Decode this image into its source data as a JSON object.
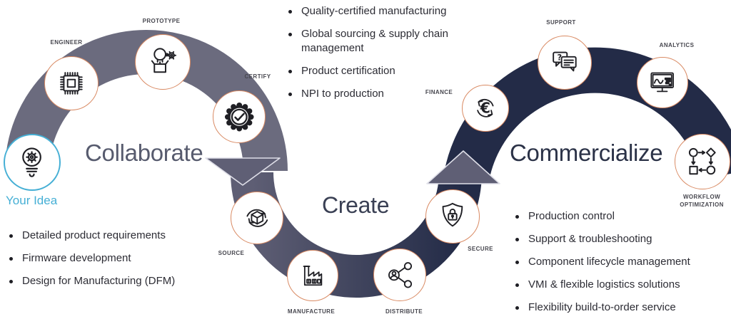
{
  "colors": {
    "band-gray": "#6B6B7E",
    "band-gray-dark": "#5E5E74",
    "band-navy": "#232B47",
    "arrow-gray": "#5F5F75",
    "accent-orange": "#D98A63",
    "accent-blue": "#45AFD5",
    "title-collaborate": "#575B6E",
    "title-create": "#3A4054",
    "title-commercialize": "#2B3247",
    "text-dark": "#2C2C34",
    "label-gray": "#47474F",
    "icon-ink": "#1F1F24"
  },
  "stages": {
    "collaborate": {
      "title": "Collaborate"
    },
    "create": {
      "title": "Create"
    },
    "commercialize": {
      "title": "Commercialize"
    }
  },
  "start": {
    "label": "Your Idea",
    "icon": "lightbulb-gear-icon"
  },
  "nodes": [
    {
      "id": "engineer",
      "label": "ENGINEER",
      "icon": "chip-icon"
    },
    {
      "id": "prototype",
      "label": "PROTOTYPE",
      "icon": "head-gear-box-icon"
    },
    {
      "id": "certify",
      "label": "CERTIFY",
      "icon": "certified-seal-check-icon"
    },
    {
      "id": "source",
      "label": "SOURCE",
      "icon": "box-cycle-arrows-icon"
    },
    {
      "id": "manufacture",
      "label": "MANUFACTURE",
      "icon": "factory-icon"
    },
    {
      "id": "distribute",
      "label": "DISTRIBUTE",
      "icon": "share-network-icon"
    },
    {
      "id": "secure",
      "label": "SECURE",
      "icon": "shield-lock-icon"
    },
    {
      "id": "finance",
      "label": "FINANCE",
      "icon": "euro-cycle-arrows-icon"
    },
    {
      "id": "support",
      "label": "SUPPORT",
      "icon": "chat-bubbles-icon"
    },
    {
      "id": "analytics",
      "label": "ANALYTICS",
      "icon": "monitor-chart-icon"
    },
    {
      "id": "workflow",
      "label": "WORKFLOW OPTIMIZATION",
      "icon": "flowchart-icon"
    }
  ],
  "lists": {
    "create_capabilities": [
      "Quality-certified manufacturing",
      "Global sourcing & supply chain management",
      "Product certification",
      "NPI to production"
    ],
    "collaborate_capabilities": [
      "Detailed product requirements",
      "Firmware development",
      "Design for Manufacturing (DFM)"
    ],
    "commercialize_capabilities": [
      "Production control",
      "Support & troubleshooting",
      "Component lifecycle management",
      "VMI & flexible logistics solutions",
      "Flexibility build-to-order service"
    ]
  }
}
